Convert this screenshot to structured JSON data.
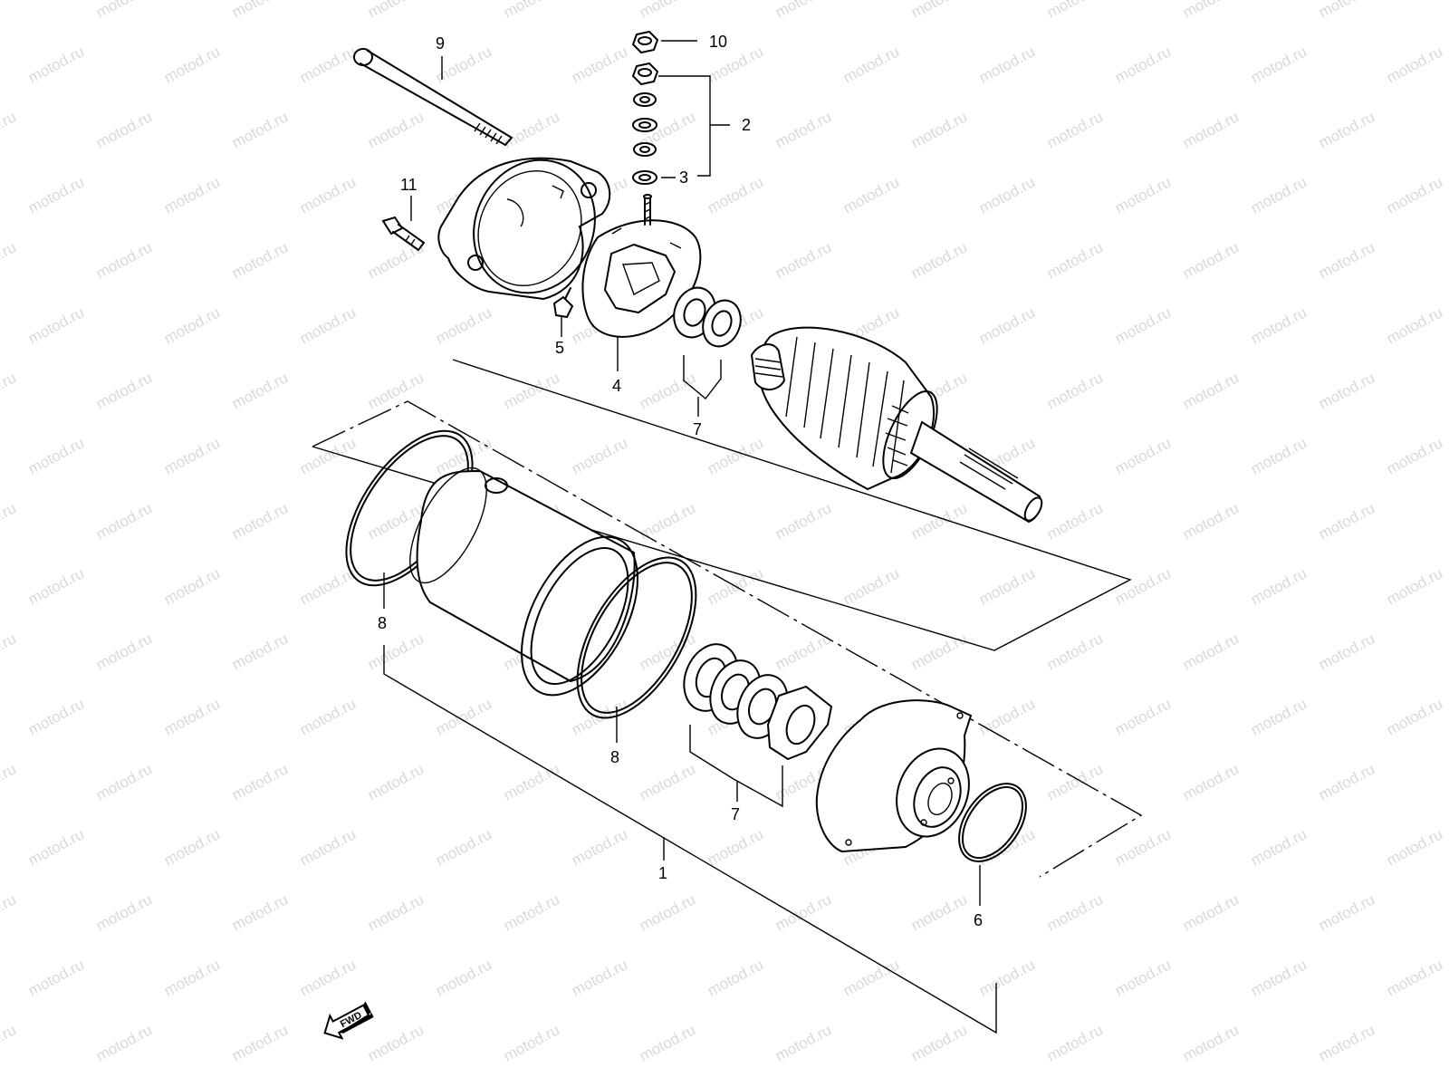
{
  "watermark": "motod.ru",
  "direction_tag": "FWD",
  "callouts": {
    "housing": "1",
    "washer_set": "2",
    "washer": "3",
    "brush_holder": "4",
    "terminal_nut": "5",
    "o_ring_front": "6",
    "shim_set_upper": "7",
    "shim_set_lower": "7",
    "o_ring_left": "8",
    "o_ring_right": "8",
    "long_bolt": "9",
    "top_nut": "10",
    "screw": "11"
  },
  "colors": {
    "line": "#000000",
    "watermark": "#d9d9d9",
    "background": "#ffffff"
  }
}
